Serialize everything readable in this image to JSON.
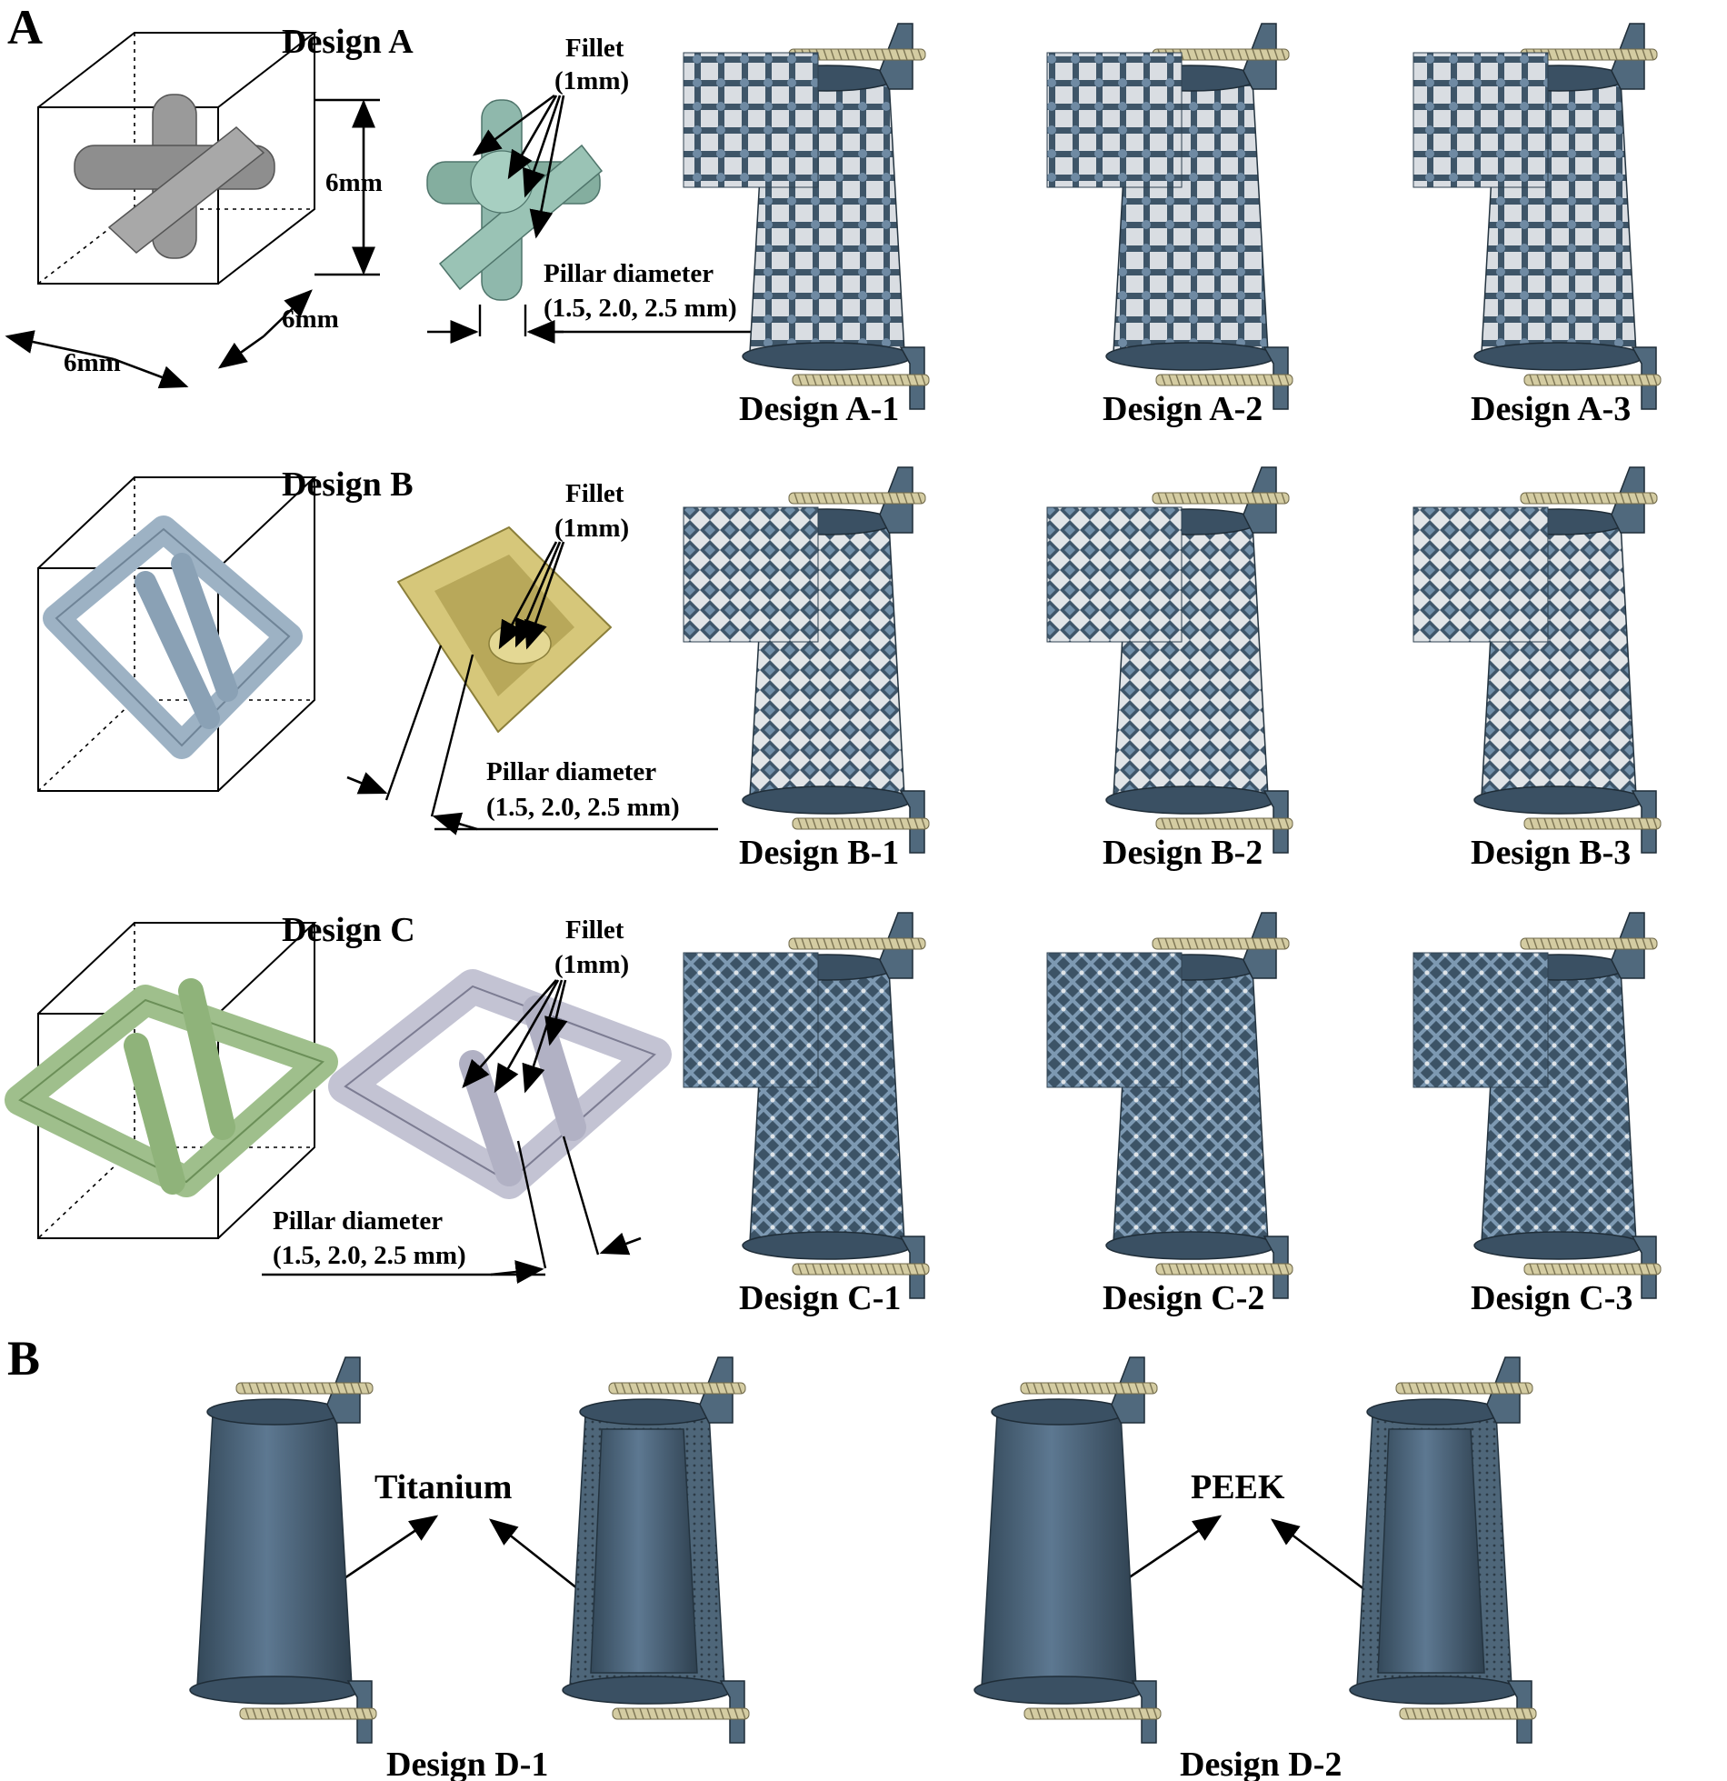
{
  "panel_labels": {
    "a": "A",
    "b": "B"
  },
  "design_a": {
    "title": "Design A",
    "fillet_line1": "Fillet",
    "fillet_line2": "(1mm)",
    "dim_height": "6mm",
    "dim_depth": "6mm",
    "dim_width": "6mm",
    "pillar_line1": "Pillar diameter",
    "pillar_line2": "(1.5, 2.0, 2.5 mm)",
    "variants": [
      "Design A-1",
      "Design A-2",
      "Design A-3"
    ]
  },
  "design_b": {
    "title": "Design B",
    "fillet_line1": "Fillet",
    "fillet_line2": "(1mm)",
    "pillar_line1": "Pillar diameter",
    "pillar_line2": "(1.5, 2.0, 2.5 mm)",
    "variants": [
      "Design B-1",
      "Design B-2",
      "Design B-3"
    ]
  },
  "design_c": {
    "title": "Design C",
    "fillet_line1": "Fillet",
    "fillet_line2": "(1mm)",
    "pillar_line1": "Pillar diameter",
    "pillar_line2": "(1.5, 2.0, 2.5 mm)",
    "variants": [
      "Design C-1",
      "Design C-2",
      "Design C-3"
    ]
  },
  "panel_b": {
    "material_1": "Titanium",
    "material_2": "PEEK",
    "design_1": "Design D-1",
    "design_2": "Design D-2"
  },
  "colors": {
    "implant": "#4a6275",
    "implant_dark": "#2e3f4d",
    "screw": "#c9c29a",
    "unit_a_grey": "#9a9a9a",
    "unit_a_mint": "#8fb8ac",
    "unit_b_blue": "#9db2c4",
    "unit_b_gold": "#d6c77a",
    "unit_c_green": "#9fbf8c",
    "unit_c_lavender": "#c3c3d3"
  }
}
